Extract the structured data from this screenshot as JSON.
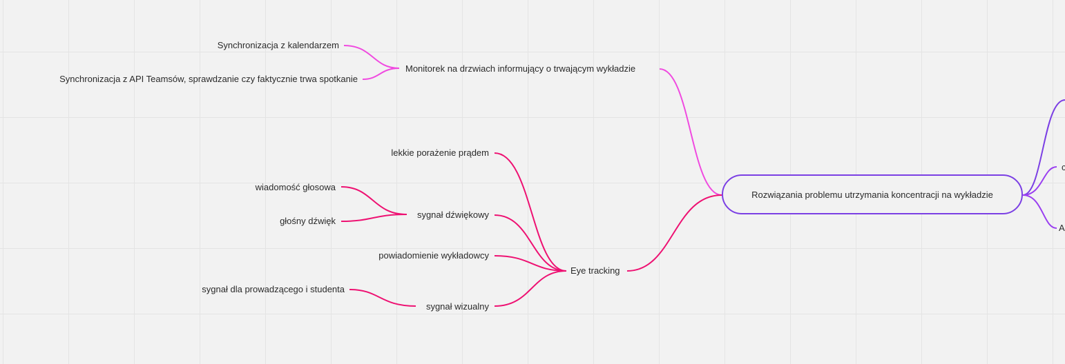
{
  "mindmap": {
    "root": {
      "label": "Rozwiązania problemu utrzymania koncentracji na wykładzie",
      "color": "#7b3fe4"
    },
    "branches": [
      {
        "label": "Monitorek na drzwiach informujący o trwającym wykładzie",
        "color": "#f04ae0",
        "children": [
          {
            "label": "Synchronizacja z kalendarzem"
          },
          {
            "label": "Synchronizacja z API Teamsów, sprawdzanie czy faktycznie trwa spotkanie"
          }
        ]
      },
      {
        "label": "Eye tracking",
        "color": "#ee1172",
        "children": [
          {
            "label": "lekkie porażenie prądem"
          },
          {
            "label": "sygnał dźwiękowy",
            "children": [
              {
                "label": "wiadomość głosowa"
              },
              {
                "label": "głośny dźwięk"
              }
            ]
          },
          {
            "label": "powiadomienie wykładowcy"
          },
          {
            "label": "sygnał wizualny",
            "children": [
              {
                "label": "sygnał dla prowadzącego i studenta"
              }
            ]
          }
        ]
      }
    ],
    "right_branches_partial": [
      {
        "label": "c",
        "color": "#9a3ff0"
      },
      {
        "label": "A",
        "color": "#9a3ff0"
      }
    ],
    "right_top_edge_color": "#7b3fe4"
  }
}
